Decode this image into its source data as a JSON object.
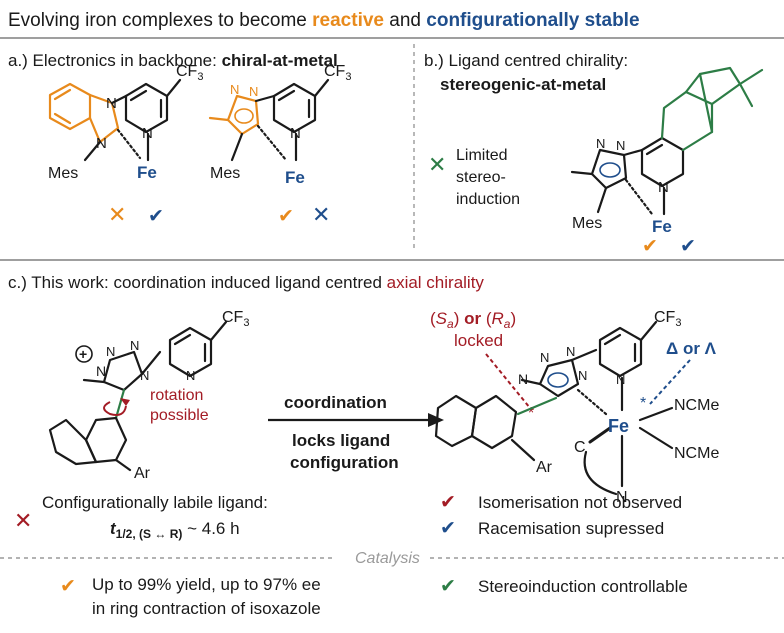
{
  "colors": {
    "text": "#1a1a1a",
    "orange": "#e88a1c",
    "blue": "#1f4e8c",
    "green": "#2d7d46",
    "red": "#a31c25",
    "gray": "#9a9a9a"
  },
  "title": {
    "prefix": "Evolving iron complexes to become ",
    "reactive": "reactive",
    "mid": " and ",
    "stable": "configurationally stable"
  },
  "panel_a": {
    "label_prefix": "a.) Electronics in backbone: ",
    "label_bold": "chiral-at-metal",
    "mes1": "Mes",
    "mes2": "Mes",
    "fe1": "Fe",
    "fe2": "Fe",
    "cf3": "CF",
    "sub3": "3",
    "n": "N",
    "marks": {
      "m1": "✕",
      "m2": "✔",
      "m3": "✔",
      "m4": "✕"
    }
  },
  "panel_b": {
    "label_line1": "b.) Ligand centred chirality:",
    "label_line2": "stereogenic-at-metal",
    "limited": [
      "Limited",
      "stereo-",
      "induction"
    ],
    "cross": "✕",
    "mes": "Mes",
    "fe": "Fe",
    "marks": {
      "m1": "✔",
      "m2": "✔"
    }
  },
  "panel_c": {
    "label_prefix": "c.) This work: coordination induced ligand centred ",
    "label_colored": "axial chirality",
    "sa_open": "(",
    "sa_s": "S",
    "sa_sub": "a",
    "sa_close": ")",
    "or": " or ",
    "ra_open": "(",
    "ra_r": "R",
    "ra_sub": "a",
    "ra_close": ")",
    "locked": "locked",
    "delta_lambda": "Δ or Λ",
    "rotation1": "rotation",
    "rotation2": "possible",
    "arrow_top": "coordination",
    "arrow_bottom1": "locks ligand",
    "arrow_bottom2": "configuration",
    "ar1": "Ar",
    "ar2": "Ar",
    "fe": "Fe",
    "ncme1": "NCMe",
    "ncme2": "NCMe",
    "c": "C",
    "n": "N",
    "plus": "+",
    "star1": "*",
    "star2": "*",
    "labile": "Configurationally labile ligand:",
    "thalf_t": "t",
    "thalf_sub": "1/2, (S ↔ R)",
    "thalf_val": " ~ 4.6 h",
    "iso": "Isomerisation not observed",
    "race": "Racemisation supressed",
    "cross": "✕",
    "check_red": "✔",
    "check_blue": "✔"
  },
  "catalysis": {
    "label": "Catalysis",
    "yield1": "Up to 99% yield, up to 97% ee",
    "yield2": "in ring contraction of isoxazole",
    "stereo": "Stereoinduction controllable",
    "check_orange": "✔",
    "check_green": "✔"
  }
}
